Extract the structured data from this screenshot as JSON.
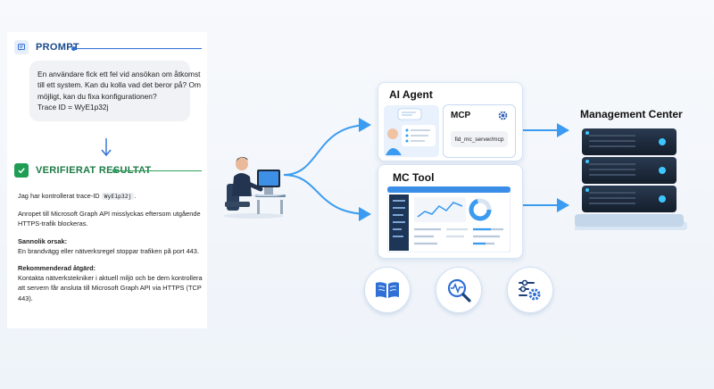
{
  "prompt": {
    "label": "PROMPT",
    "lines": [
      "En användare fick ett fel vid ansökan om åtkomst",
      "till ett system. Kan du kolla vad det beror på? Om",
      "möjligt, kan du fixa konfigurationen?",
      "Trace ID = WyE1p32j"
    ]
  },
  "result": {
    "label": "VERIFIERAT RESULTAT",
    "line1_prefix": "Jag har kontrollerat trace-ID",
    "line1_code": "WyE1p32j",
    "line1_suffix": ".",
    "para2": [
      "Anropet till Microsoft Graph API misslyckas eftersom utgående",
      "HTTPS-trafik blockeras."
    ],
    "cause_heading": "Sannolik orsak:",
    "cause_text": "En brandvägg eller nätverksregel stoppar trafiken på port 443.",
    "action_heading": "Rekommenderad åtgärd:",
    "action_text": [
      "Kontakta nätverkstekniker i aktuell miljö och be dem kontrollera",
      "att servern får ansluta till Microsoft Graph API via HTTPS (TCP 443)."
    ]
  },
  "ai_agent": {
    "title": "AI Agent",
    "mcp_title": "MCP",
    "mcp_chip": "fid_mc_server/mcp"
  },
  "mc_tool": {
    "title": "MC Tool"
  },
  "management_center": {
    "title": "Management Center"
  },
  "icons": [
    "document-icon",
    "result-check-icon",
    "arrow-down-icon",
    "gear-icon",
    "book-icon",
    "magnifier-pulse-icon",
    "settings-sliders-icon",
    "server-icon",
    "user-at-laptop-icon"
  ],
  "colors": {
    "accent": "#2f6fd6",
    "success": "#1f9d55",
    "connector": "#3a9bf0",
    "server": "#1d2a3a"
  }
}
